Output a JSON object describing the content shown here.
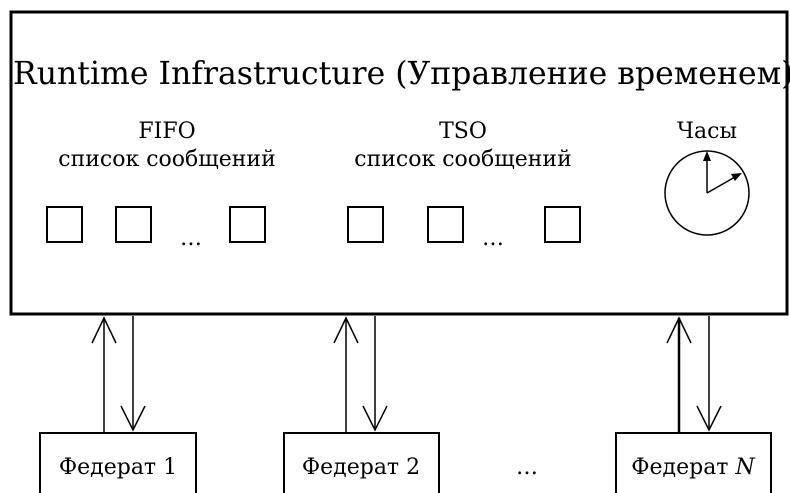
{
  "rti": {
    "title": "Runtime Infrastructure (Управление временем)"
  },
  "fifo": {
    "label_top": "FIFO",
    "label_bottom": "список сообщений",
    "ellipsis": "…"
  },
  "tso": {
    "label_top": "TSO",
    "label_bottom": "список сообщений",
    "ellipsis": "…"
  },
  "clock": {
    "label": "Часы"
  },
  "federates": {
    "items": [
      {
        "label": "Федерат 1"
      },
      {
        "label": "Федерат 2"
      },
      {
        "label_prefix": "Федерат ",
        "label_var": "N"
      }
    ],
    "ellipsis": "…"
  }
}
